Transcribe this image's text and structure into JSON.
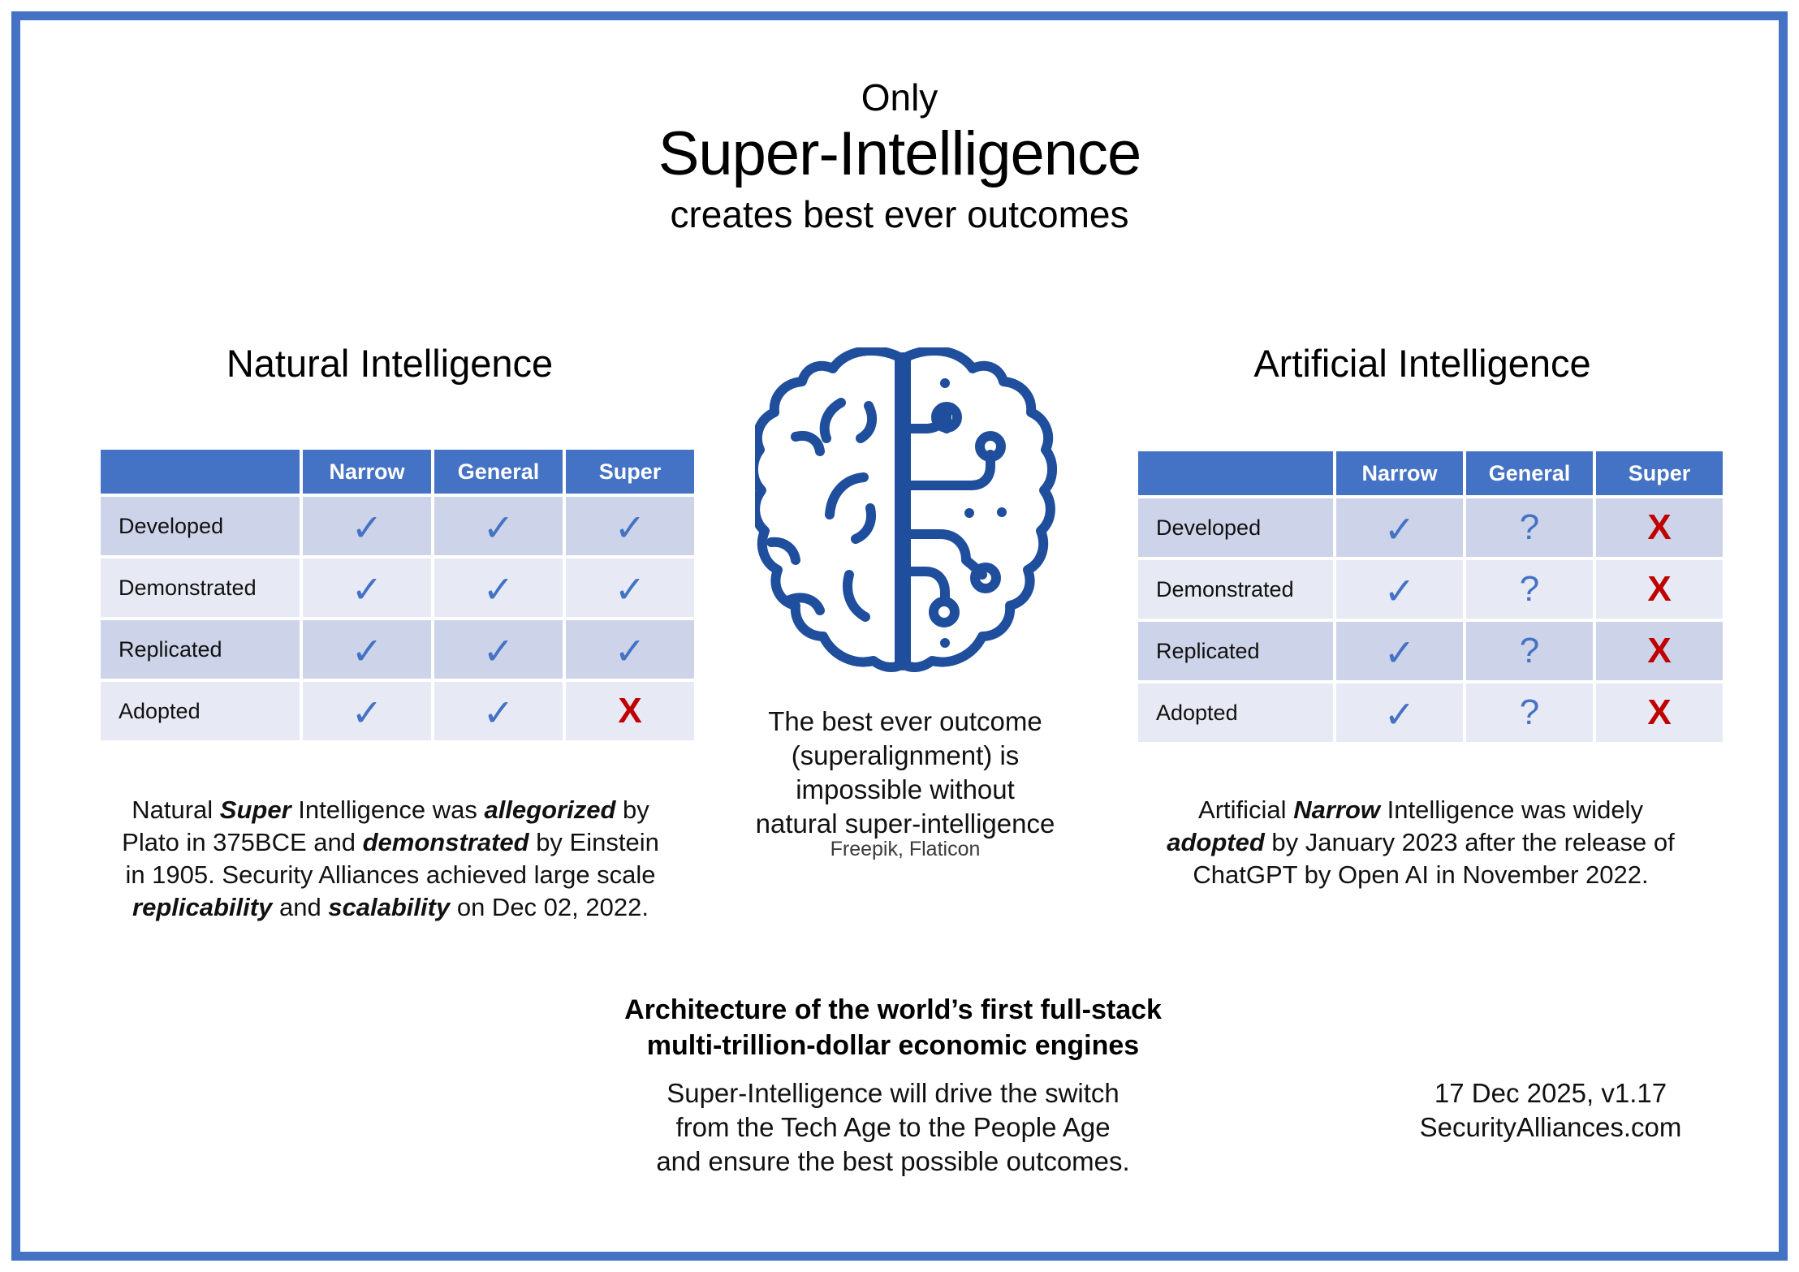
{
  "frame": {
    "border_color": "#4472C4"
  },
  "title": {
    "eyebrow": "Only",
    "main": "Super-Intelligence",
    "subtitle": "creates best ever outcomes"
  },
  "colors": {
    "accent_blue": "#4472C4",
    "header_blue": "#4472C4",
    "row_dark": "#CDD4E9",
    "row_light": "#E7EAF4",
    "check_blue": "#4472C4",
    "cross_red": "#C00000",
    "question_blue": "#4472C4"
  },
  "natural": {
    "heading": "Natural Intelligence",
    "table": {
      "corner_label": "",
      "columns": [
        "Narrow",
        "General",
        "Super"
      ],
      "rows": [
        {
          "label": "Developed",
          "cells": [
            "check",
            "check",
            "check"
          ]
        },
        {
          "label": "Demonstrated",
          "cells": [
            "check",
            "check",
            "check"
          ]
        },
        {
          "label": "Replicated",
          "cells": [
            "check",
            "check",
            "check"
          ]
        },
        {
          "label": "Adopted",
          "cells": [
            "check",
            "check",
            "cross"
          ]
        }
      ]
    },
    "caption_lines": [
      {
        "segments": [
          {
            "text": "Natural ",
            "emphasis": false
          },
          {
            "text": "Super",
            "emphasis": true
          },
          {
            "text": " Intelligence was ",
            "emphasis": false
          },
          {
            "text": "allegorized",
            "emphasis": true
          },
          {
            "text": " by",
            "emphasis": false
          }
        ]
      },
      {
        "segments": [
          {
            "text": "Plato in 375BCE and ",
            "emphasis": false
          },
          {
            "text": "demonstrated",
            "emphasis": true
          },
          {
            "text": " by Einstein",
            "emphasis": false
          }
        ]
      },
      {
        "segments": [
          {
            "text": "in 1905. Security Alliances achieved large scale",
            "emphasis": false
          }
        ]
      },
      {
        "segments": [
          {
            "text": "replicability",
            "emphasis": true
          },
          {
            "text": " and ",
            "emphasis": false
          },
          {
            "text": "scalability",
            "emphasis": true
          },
          {
            "text": " on Dec 02, 2022.",
            "emphasis": false
          }
        ]
      }
    ]
  },
  "artificial": {
    "heading": "Artificial Intelligence",
    "table": {
      "corner_label": "",
      "columns": [
        "Narrow",
        "General",
        "Super"
      ],
      "rows": [
        {
          "label": "Developed",
          "cells": [
            "check",
            "quest",
            "cross"
          ]
        },
        {
          "label": "Demonstrated",
          "cells": [
            "check",
            "quest",
            "cross"
          ]
        },
        {
          "label": "Replicated",
          "cells": [
            "check",
            "quest",
            "cross"
          ]
        },
        {
          "label": "Adopted",
          "cells": [
            "check",
            "quest",
            "cross"
          ]
        }
      ]
    },
    "caption_lines": [
      {
        "segments": [
          {
            "text": "Artificial ",
            "emphasis": false
          },
          {
            "text": "Narrow",
            "emphasis": true
          },
          {
            "text": " Intelligence was widely",
            "emphasis": false
          }
        ]
      },
      {
        "segments": [
          {
            "text": "adopted",
            "emphasis": true
          },
          {
            "text": " by January 2023 after the release of",
            "emphasis": false
          }
        ]
      },
      {
        "segments": [
          {
            "text": "ChatGPT by Open AI in November 2022.",
            "emphasis": false
          }
        ]
      }
    ]
  },
  "center": {
    "icon_name": "brain-icon",
    "note_lines": [
      "The best ever outcome",
      "(superalignment) is",
      "impossible without",
      "natural super-intelligence"
    ],
    "credit": "Freepik, Flaticon"
  },
  "footer": {
    "heading_lines": [
      "Architecture of the world’s first full-stack",
      "multi-trillion-dollar economic engines"
    ],
    "body_lines": [
      "Super-Intelligence will drive the switch",
      "from the Tech Age to the People Age",
      "and ensure the best possible outcomes."
    ],
    "meta_lines": [
      "17 Dec 2025, v1.17",
      "SecurityAlliances.com"
    ]
  },
  "marks": {
    "check": "✓",
    "cross": "X",
    "quest": "?"
  }
}
